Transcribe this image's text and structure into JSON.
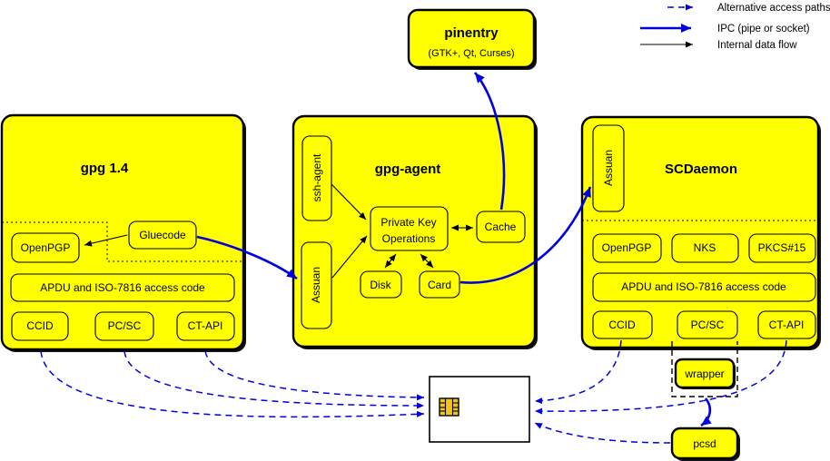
{
  "legend": {
    "items": [
      {
        "label": "Alternative access paths",
        "style": "dashed-blue"
      },
      {
        "label": "IPC (pipe or socket)",
        "style": "solid-blue-thick"
      },
      {
        "label": "Internal data flow",
        "style": "solid-black-thin"
      }
    ]
  },
  "pinentry": {
    "title": "pinentry",
    "subtitle": "(GTK+, Qt, Curses)"
  },
  "gpg14": {
    "title": "gpg 1.4",
    "openpgp": "OpenPGP",
    "gluecode": "Gluecode",
    "apdu": "APDU and ISO-7816 access code",
    "ccid": "CCID",
    "pcsc": "PC/SC",
    "ctapi": "CT-API"
  },
  "gpg_agent": {
    "title": "gpg-agent",
    "ssh_agent": "ssh-agent",
    "assuan": "Assuan",
    "private_key_line1": "Private Key",
    "private_key_line2": "Operations",
    "cache": "Cache",
    "disk": "Disk",
    "card": "Card"
  },
  "scdaemon": {
    "title": "SCDaemon",
    "assuan": "Assuan",
    "openpgp": "OpenPGP",
    "nks": "NKS",
    "pkcs15": "PKCS#15",
    "apdu": "APDU and ISO-7816 access code",
    "ccid": "CCID",
    "pcsc": "PC/SC",
    "ctapi": "CT-API"
  },
  "wrapper": {
    "label": "wrapper"
  },
  "pcsd": {
    "label": "pcsd"
  },
  "colors": {
    "box_yellow": "#ffff00",
    "ipc_blue": "#0000e0",
    "flow_black": "#000000",
    "card_white": "#ffffff",
    "chip_gold": "#f0c419"
  }
}
